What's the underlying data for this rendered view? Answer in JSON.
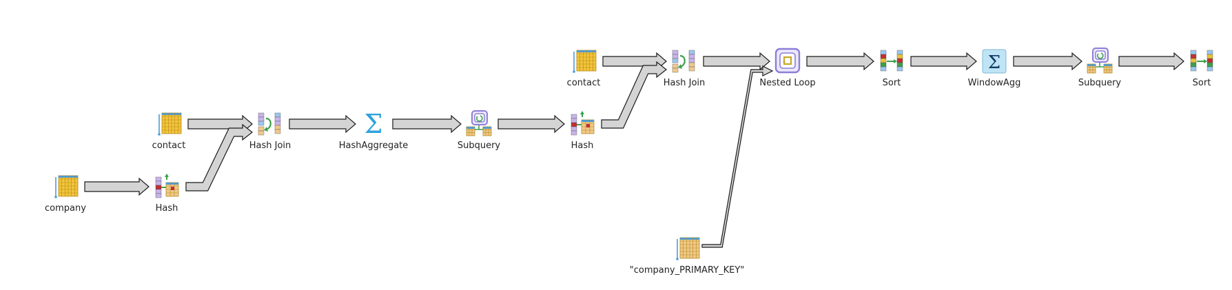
{
  "plan": {
    "nodes": [
      {
        "id": "n1",
        "label": "company",
        "icon": "table-scan-icon"
      },
      {
        "id": "n2",
        "label": "Hash",
        "icon": "hash-icon"
      },
      {
        "id": "n3",
        "label": "contact",
        "icon": "table-scan-icon"
      },
      {
        "id": "n4",
        "label": "Hash Join",
        "icon": "hash-join-icon"
      },
      {
        "id": "n5",
        "label": "HashAggregate",
        "icon": "aggregate-icon"
      },
      {
        "id": "n6",
        "label": "Subquery",
        "icon": "subquery-icon"
      },
      {
        "id": "n7",
        "label": "Hash",
        "icon": "hash-icon"
      },
      {
        "id": "n8",
        "label": "contact",
        "icon": "table-scan-icon"
      },
      {
        "id": "n9",
        "label": "Hash Join",
        "icon": "hash-join-icon"
      },
      {
        "id": "n10",
        "label": "\"company_PRIMARY_KEY\"",
        "icon": "index-scan-icon"
      },
      {
        "id": "n11",
        "label": "Nested Loop",
        "icon": "nested-loop-icon"
      },
      {
        "id": "n12",
        "label": "Sort",
        "icon": "sort-icon"
      },
      {
        "id": "n13",
        "label": "WindowAgg",
        "icon": "window-agg-icon"
      },
      {
        "id": "n14",
        "label": "Subquery",
        "icon": "subquery-icon"
      },
      {
        "id": "n15",
        "label": "Sort",
        "icon": "sort-icon"
      }
    ],
    "edges": [
      [
        "n1",
        "n2"
      ],
      [
        "n3",
        "n4"
      ],
      [
        "n2",
        "n4"
      ],
      [
        "n4",
        "n5"
      ],
      [
        "n5",
        "n6"
      ],
      [
        "n6",
        "n7"
      ],
      [
        "n8",
        "n9"
      ],
      [
        "n7",
        "n9"
      ],
      [
        "n9",
        "n11"
      ],
      [
        "n10",
        "n11"
      ],
      [
        "n11",
        "n12"
      ],
      [
        "n12",
        "n13"
      ],
      [
        "n13",
        "n14"
      ],
      [
        "n14",
        "n15"
      ]
    ]
  },
  "colors": {
    "arrow_fill": "#d4d4d4",
    "arrow_stroke": "#1a1a1a",
    "table_yellow": "#f3c53a",
    "table_header": "#4d9bd6",
    "sigma_blue": "#2ea3dc",
    "loop_purple": "#8c7ed8"
  }
}
